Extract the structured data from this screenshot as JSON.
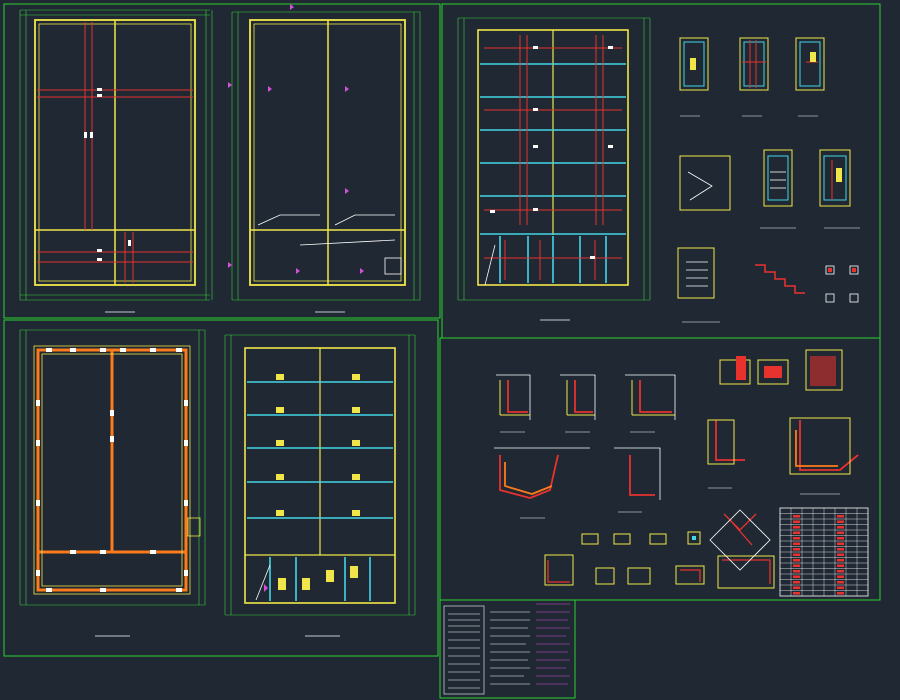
{
  "drawing": {
    "colors": {
      "background": "#1f2833",
      "frame": "#2ed12e",
      "dim": "#3bd13b",
      "beam": "#f0e64a",
      "rebar_red": "#e8322e",
      "rebar_cyan": "#43d6e6",
      "wall": "#ff7a1a",
      "white": "#ffffff",
      "magenta": "#d64fd6",
      "grey": "#9aa3ad"
    },
    "sheets": [
      {
        "id": "sheet-top-left",
        "icon": "drawing-frame-icon"
      },
      {
        "id": "sheet-top-right",
        "icon": "drawing-frame-icon"
      },
      {
        "id": "sheet-bottom-left",
        "icon": "drawing-frame-icon"
      },
      {
        "id": "sheet-bottom-right",
        "icon": "drawing-frame-icon"
      }
    ],
    "schedule_table": {
      "rows": 16,
      "cols": 8
    }
  }
}
